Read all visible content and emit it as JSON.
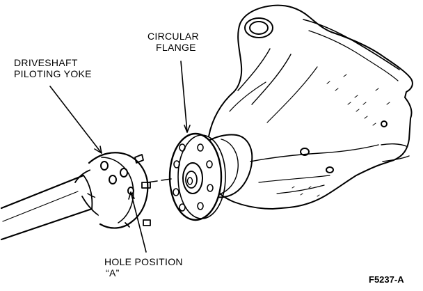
{
  "labels": {
    "circular_flange": [
      "CIRCULAR",
      "FLANGE"
    ],
    "piloting_yoke": [
      "DRIVESHAFT",
      "PILOTING YOKE"
    ],
    "hole_position": [
      "HOLE POSITION",
      "“A”"
    ]
  },
  "figure_id": "F5237-A",
  "colors": {
    "ink": "#000000",
    "paper": "#ffffff"
  }
}
